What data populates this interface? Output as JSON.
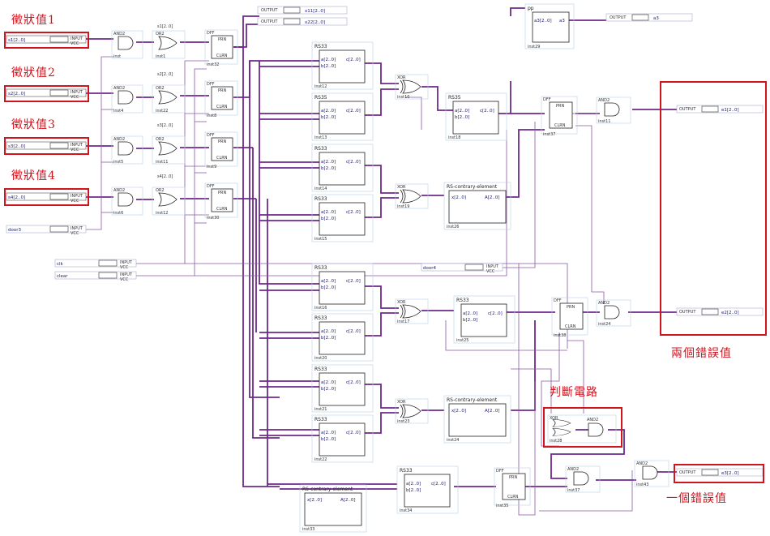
{
  "annotations": {
    "in1": "徵狀值1",
    "in2": "徵狀值2",
    "in3": "徵狀值3",
    "in4": "徵狀值4",
    "two_errors": "兩個錯誤值",
    "judge": "判斷電路",
    "one_error": "一個錯誤值"
  },
  "inputs": {
    "s1": "s1[2..0]",
    "s2": "s2[2..0]",
    "s3": "s3[2..0]",
    "s4": "s4[2..0]",
    "door3": "door3",
    "clk": "clk",
    "clear": "clear",
    "door4": "door4",
    "pin_kind": "INPUT",
    "pin_state": "VCC"
  },
  "outputs": {
    "kind": "OUTPUT",
    "top1": "x11[2..0]",
    "top2": "x22[2..0]",
    "a3": "a3",
    "e1": "e1[2..0]",
    "e2": "e2[2..0]",
    "e3": "e3[2..0]"
  },
  "gates": {
    "and2": "AND2",
    "or2": "OR2",
    "xor": "XOR",
    "dff": "DFF",
    "prn": "PRN",
    "clrn": "CLRN"
  },
  "blocks": {
    "rs33": "RS33",
    "rs35": "RS35",
    "contrary": "RS-contrary-element",
    "pp": "pp",
    "port_a": "a[2..0]",
    "port_b": "b[2..0]",
    "port_c": "c[2..0]",
    "port_x": "x[2..0]",
    "port_A": "A[2..0]",
    "port_a3in": "a3[2..0]",
    "port_a3": "a3"
  },
  "buses": {
    "s1": "s1[2..0]",
    "s2": "s2[2..0]",
    "s3": "s3[2..0]",
    "s4": "s4[2..0]"
  },
  "instances": {
    "i1": "inst",
    "i2": "inst1",
    "i3": "inst4",
    "i4": "inst22",
    "i5": "inst5",
    "i6": "inst11",
    "i7": "inst6",
    "i8": "inst12",
    "i9": "inst12",
    "i10": "inst13",
    "i11": "inst14",
    "i12": "inst15",
    "i13": "inst16",
    "i14": "inst20",
    "i15": "inst21",
    "i16": "inst22",
    "i17": "inst10",
    "i18": "inst19",
    "i19": "inst17",
    "i20": "inst23",
    "i21": "inst18",
    "i22": "inst26",
    "i23": "inst25",
    "i24": "inst24",
    "i25": "inst28",
    "i26": "inst29",
    "i27": "inst33",
    "i28": "inst34",
    "i29": "inst35",
    "i30": "inst37",
    "i31": "inst38",
    "i32": "inst43",
    "i33": "inst32",
    "i34": "inst8",
    "i35": "inst9",
    "i36": "inst30"
  }
}
